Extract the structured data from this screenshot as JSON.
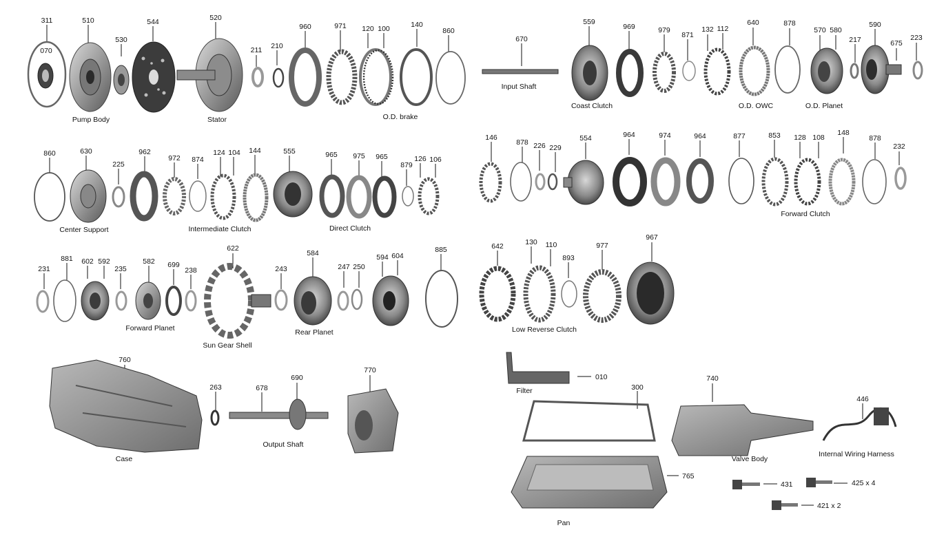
{
  "part_numbers": {
    "n311": "311",
    "n070": "070",
    "n510": "510",
    "n530": "530",
    "n544": "544",
    "n520": "520",
    "n211": "211",
    "n210": "210",
    "n960": "960",
    "n971": "971",
    "n120": "120",
    "n100": "100",
    "n140": "140",
    "n860a": "860",
    "n670": "670",
    "n559": "559",
    "n969": "969",
    "n979": "979",
    "n871": "871",
    "n132": "132",
    "n112": "112",
    "n640": "640",
    "n878a": "878",
    "n570": "570",
    "n580": "580",
    "n217": "217",
    "n590": "590",
    "n675": "675",
    "n223": "223",
    "n860b": "860",
    "n630": "630",
    "n225": "225",
    "n962": "962",
    "n972": "972",
    "n874": "874",
    "n124": "124",
    "n104": "104",
    "n144": "144",
    "n555": "555",
    "n965a": "965",
    "n975": "975",
    "n965b": "965",
    "n879": "879",
    "n126": "126",
    "n106": "106",
    "n146": "146",
    "n878b": "878",
    "n226": "226",
    "n229": "229",
    "n554": "554",
    "n964a": "964",
    "n974": "974",
    "n964b": "964",
    "n877": "877",
    "n853": "853",
    "n128": "128",
    "n108": "108",
    "n148": "148",
    "n878c": "878",
    "n232": "232",
    "n231": "231",
    "n881": "881",
    "n602": "602",
    "n592": "592",
    "n235": "235",
    "n582": "582",
    "n699": "699",
    "n238": "238",
    "n622": "622",
    "n243": "243",
    "n584": "584",
    "n247": "247",
    "n250": "250",
    "n594": "594",
    "n604": "604",
    "n885": "885",
    "n642": "642",
    "n130": "130",
    "n110": "110",
    "n893": "893",
    "n977": "977",
    "n967": "967",
    "n760": "760",
    "n263": "263",
    "n678": "678",
    "n690": "690",
    "n770": "770",
    "n010": "010",
    "n300": "300",
    "n740": "740",
    "n446": "446",
    "n765": "765",
    "n431": "431",
    "n425": "425 x 4",
    "n421": "421 x 2"
  },
  "captions": {
    "pump_body": "Pump Body",
    "stator": "Stator",
    "od_brake": "O.D. brake",
    "input_shaft": "Input Shaft",
    "coast_clutch": "Coast Clutch",
    "od_owc": "O.D. OWC",
    "od_planet": "O.D. Planet",
    "center_support": "Center Support",
    "intermediate_clutch": "Intermediate Clutch",
    "direct_clutch": "Direct Clutch",
    "forward_clutch": "Forward Clutch",
    "forward_planet": "Forward Planet",
    "sun_gear_shell": "Sun Gear Shell",
    "rear_planet": "Rear Planet",
    "low_reverse_clutch": "Low Reverse Clutch",
    "case": "Case",
    "output_shaft": "Output Shaft",
    "filter": "Filter",
    "valve_body": "Valve Body",
    "internal_wiring_harness": "Internal Wiring Harness",
    "pan": "Pan"
  }
}
